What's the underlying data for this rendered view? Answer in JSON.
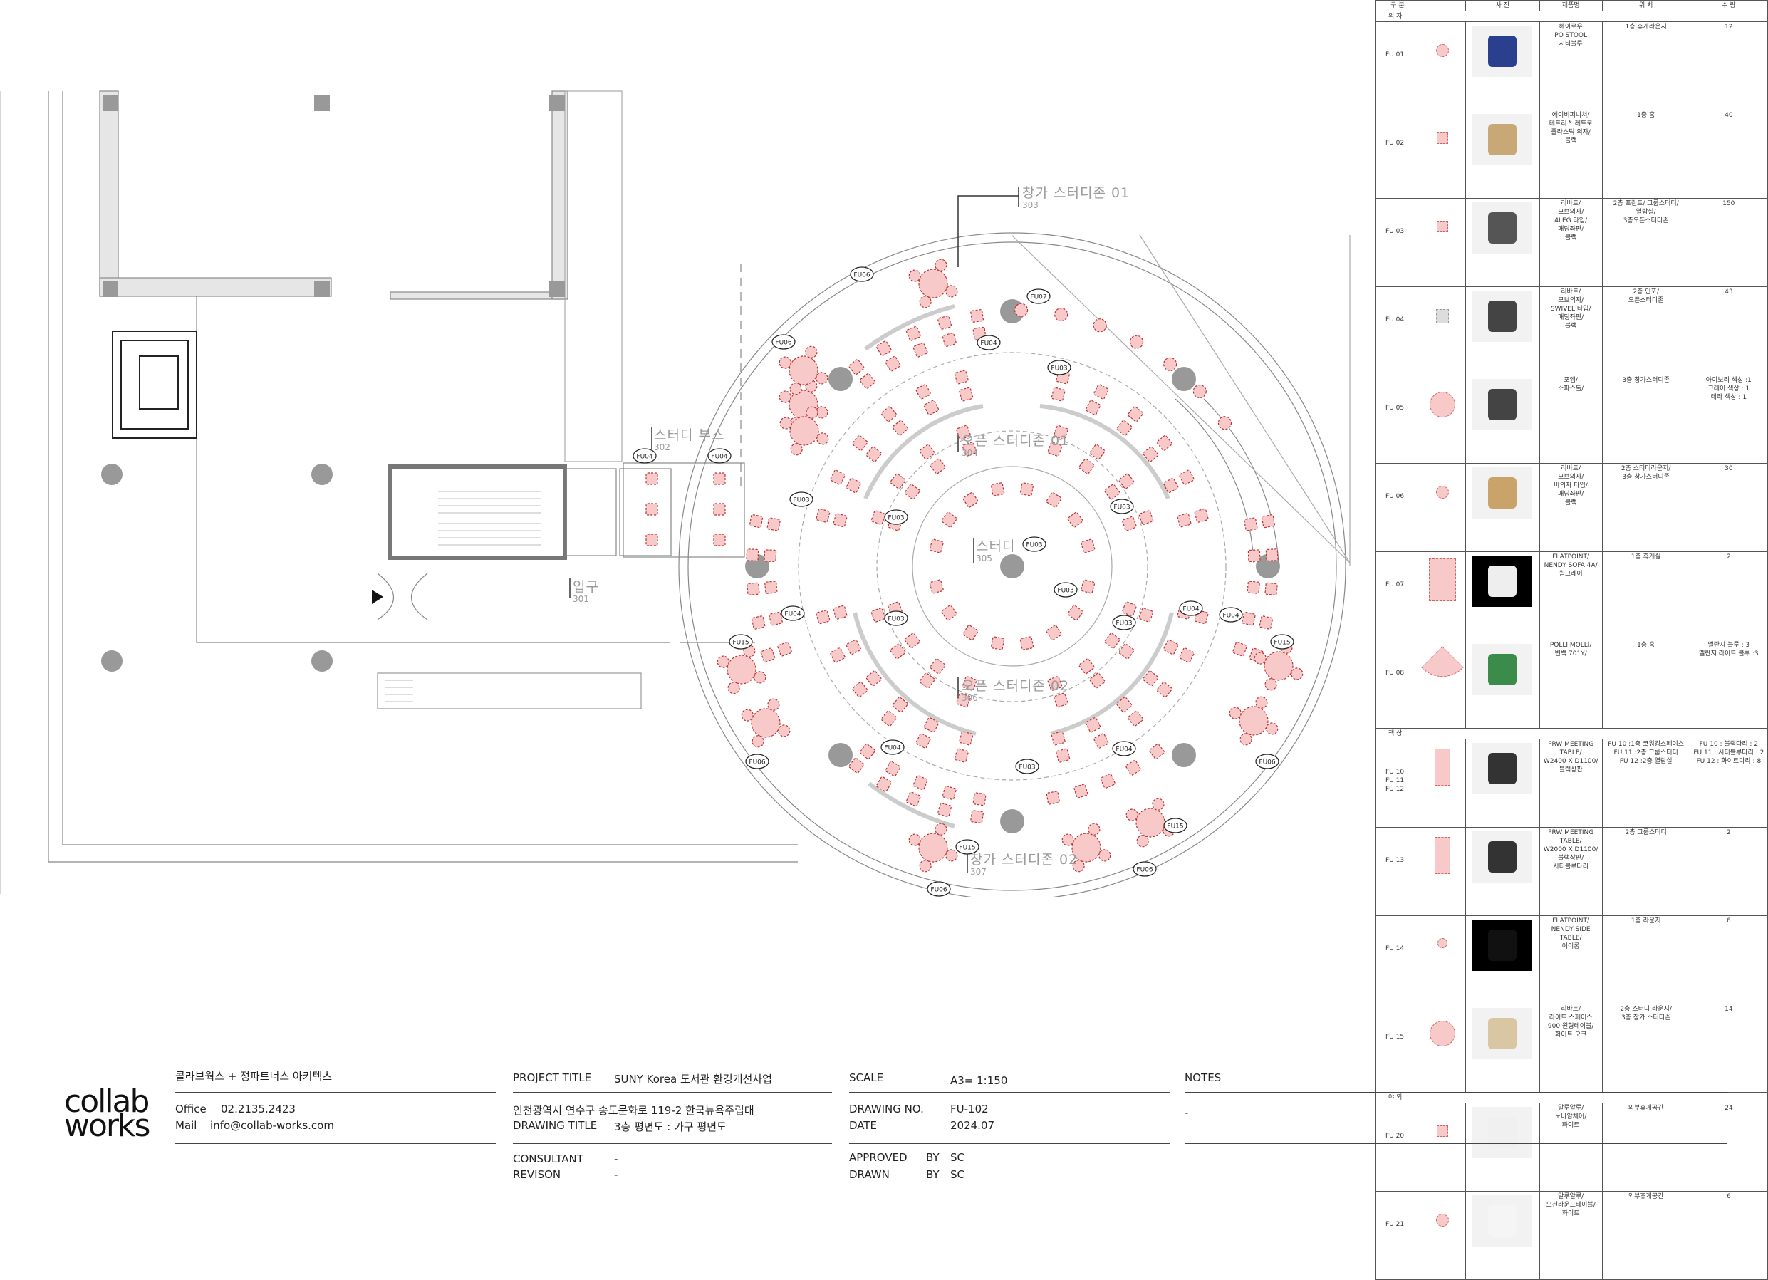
{
  "zones": [
    {
      "name": "창가 스터디존 01",
      "code": "303"
    },
    {
      "name": "스터디 부스",
      "code": "302"
    },
    {
      "name": "오픈 스터디존 01",
      "code": "304"
    },
    {
      "name": "스터디",
      "code": "305"
    },
    {
      "name": "입구",
      "code": "301"
    },
    {
      "name": "오픈 스터디존 02",
      "code": "306"
    },
    {
      "name": "창가 스터디존 02",
      "code": "307"
    }
  ],
  "tags": {
    "fu03": "FU03",
    "fu04": "FU04",
    "fu06": "FU06",
    "fu07": "FU07",
    "fu15": "FU15"
  },
  "schedule": {
    "headers": [
      "구 분",
      "",
      "사 진",
      "제품명",
      "위 치",
      "수 량"
    ],
    "sections": {
      "chairs": "의 자",
      "desks": "책 상",
      "outdoor": "야 외"
    },
    "rows": [
      {
        "code": "FU 01",
        "name": "헤이로우\nPO STOOL\n시티블루",
        "loc": "1층 휴게라운지",
        "qty": "12",
        "sym": "circle",
        "photo": "stool"
      },
      {
        "code": "FU 02",
        "name": "에이비퍼니쳐/\n테트리스 레트로\n플라스틱 의자/\n블랙",
        "loc": "1층 홈",
        "qty": "40",
        "sym": "square",
        "photo": "retro"
      },
      {
        "code": "FU 03",
        "name": "리바트/\n모브의자/\n4LEG 타입/\n패딩좌판/\n블랙",
        "loc": "2층 프린트/ 그룹스터디/\n열람실/\n3층오픈스터디존",
        "qty": "150",
        "sym": "square",
        "photo": "chair"
      },
      {
        "code": "FU 04",
        "name": "리바트/\n모브의자/\nSWIVEL 타입/\n패딩좌판/\n블랙",
        "loc": "2층 인포/\n오픈스터디존",
        "qty": "43",
        "sym": "grey",
        "photo": "swivel"
      },
      {
        "code": "FU 05",
        "name": "포엠/\n소파스툴/",
        "loc": "3층 창가스터디존",
        "qty": "아이보리 색상 :1\n그레이 색상 : 1\n테라 색상 : 1",
        "sym": "bigcircle",
        "photo": "pouf"
      },
      {
        "code": "FU 06",
        "name": "리바트/\n모브의자/\n바의자 타입/\n패딩좌판/\n블랙",
        "loc": "2층 스터디라운지/\n3층 창가스터디존",
        "qty": "30",
        "sym": "circle",
        "photo": "wood"
      },
      {
        "code": "FU 07",
        "name": "FLATPOINT/\nNENDY SOFA 4A/\n웜그레이",
        "loc": "1층 휴게실",
        "qty": "2",
        "sym": "rect",
        "photo": "sofa"
      },
      {
        "code": "FU 08",
        "name": "POLLI MOLLI/\n빈백 701Y/",
        "loc": "1층 홈",
        "qty": "멜란지 블루 : 3\n멜란지 라이트 블루 :3",
        "sym": "fan",
        "photo": "beanbag"
      },
      {
        "code": "FU 10\nFU 11\nFU 12",
        "name": "PRW MEETING\nTABLE/\nW2400 X D1100/\n블랙상판",
        "loc": "FU 10 :1층 코워킹스페이스\nFU 11 :2층 그룹스터디\nFU 12 :2층 열람실",
        "qty": "FU 10 : 블랙다리 : 2\nFU 11 : 시티블루다리 : 2\nFU 12 : 화이트다리 : 8",
        "sym": "tallrect",
        "photo": "table"
      },
      {
        "code": "FU 13",
        "name": "PRW MEETING\nTABLE/\nW2000 X D1100/\n블랙상판/\n시티블루다리",
        "loc": "2층 그룹스터디",
        "qty": "2",
        "sym": "tallrect",
        "photo": "table"
      },
      {
        "code": "FU 14",
        "name": "FLATPOINT/\nNENDY SIDE\nTABLE/\n어이롱",
        "loc": "1층 라운지",
        "qty": "6",
        "sym": "smallcircle",
        "photo": "side"
      },
      {
        "code": "FU 15",
        "name": "리바트/\n라이트 스페이스\n900 원형테이블/\n화이트 오크",
        "loc": "2층 스터디 라운지/\n3층 창가 스터디존",
        "qty": "14",
        "sym": "bigcircle",
        "photo": "round"
      },
      {
        "code": "FU 20",
        "name": "알루알루/\n노바암체어/\n화이트",
        "loc": "외부휴게공간",
        "qty": "24",
        "sym": "square",
        "photo": "armchair"
      },
      {
        "code": "FU 21",
        "name": "알루알루/\n오션라운드테이블/\n화이트",
        "loc": "외부휴게공간",
        "qty": "6",
        "sym": "circle",
        "photo": "outtable"
      }
    ]
  },
  "titleblock": {
    "firm": "콜라브웍스 + 정파트너스 아키텍츠",
    "office_label": "Office",
    "office": "02.2135.2423",
    "mail_label": "Mail",
    "mail": "info@collab-works.com",
    "logo_line1": "collab",
    "logo_line2": "works",
    "project_title_label": "PROJECT TITLE",
    "project_title": "SUNY Korea 도서관 환경개선사업",
    "address": "인천광역시 연수구 송도문화로 119-2 한국뉴욕주립대",
    "drawing_title_label": "DRAWING TITLE",
    "drawing_title": "3층 평면도 : 가구 평면도",
    "consultant_label": "CONSULTANT",
    "consultant": "-",
    "revision_label": "REVISON",
    "revision": "-",
    "scale_label": "SCALE",
    "scale": "A3= 1:150",
    "drawing_no_label": "DRAWING NO.",
    "drawing_no": "FU-102",
    "date_label": "DATE",
    "date": "2024.07",
    "approved_label": "APPROVED",
    "approved_by": "BY",
    "approved": "SC",
    "drawn_label": "DRAWN",
    "drawn_by": "BY",
    "drawn": "SC",
    "notes_label": "NOTES",
    "notes": "-"
  },
  "colors": {
    "furniture_fill": "#f8c9c9",
    "furniture_stroke": "#b33",
    "wall": "#888",
    "column": "#999"
  }
}
